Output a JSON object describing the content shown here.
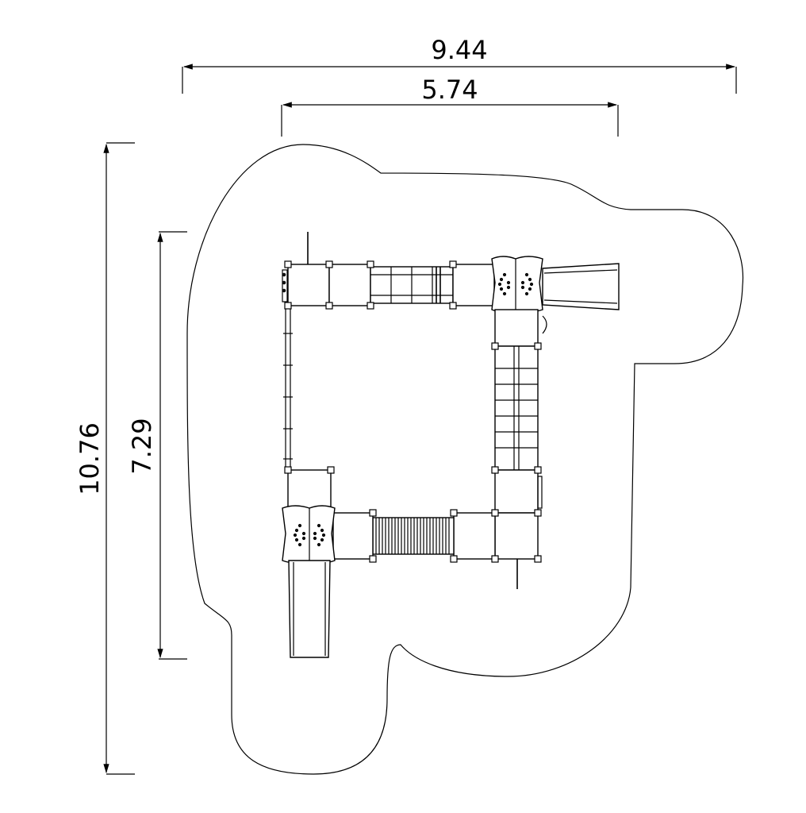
{
  "dimensions": {
    "overall_width": "9.44",
    "structure_width": "5.74",
    "overall_height": "10.76",
    "structure_height": "7.29"
  },
  "colors": {
    "line": "#000000",
    "background": "#ffffff"
  }
}
